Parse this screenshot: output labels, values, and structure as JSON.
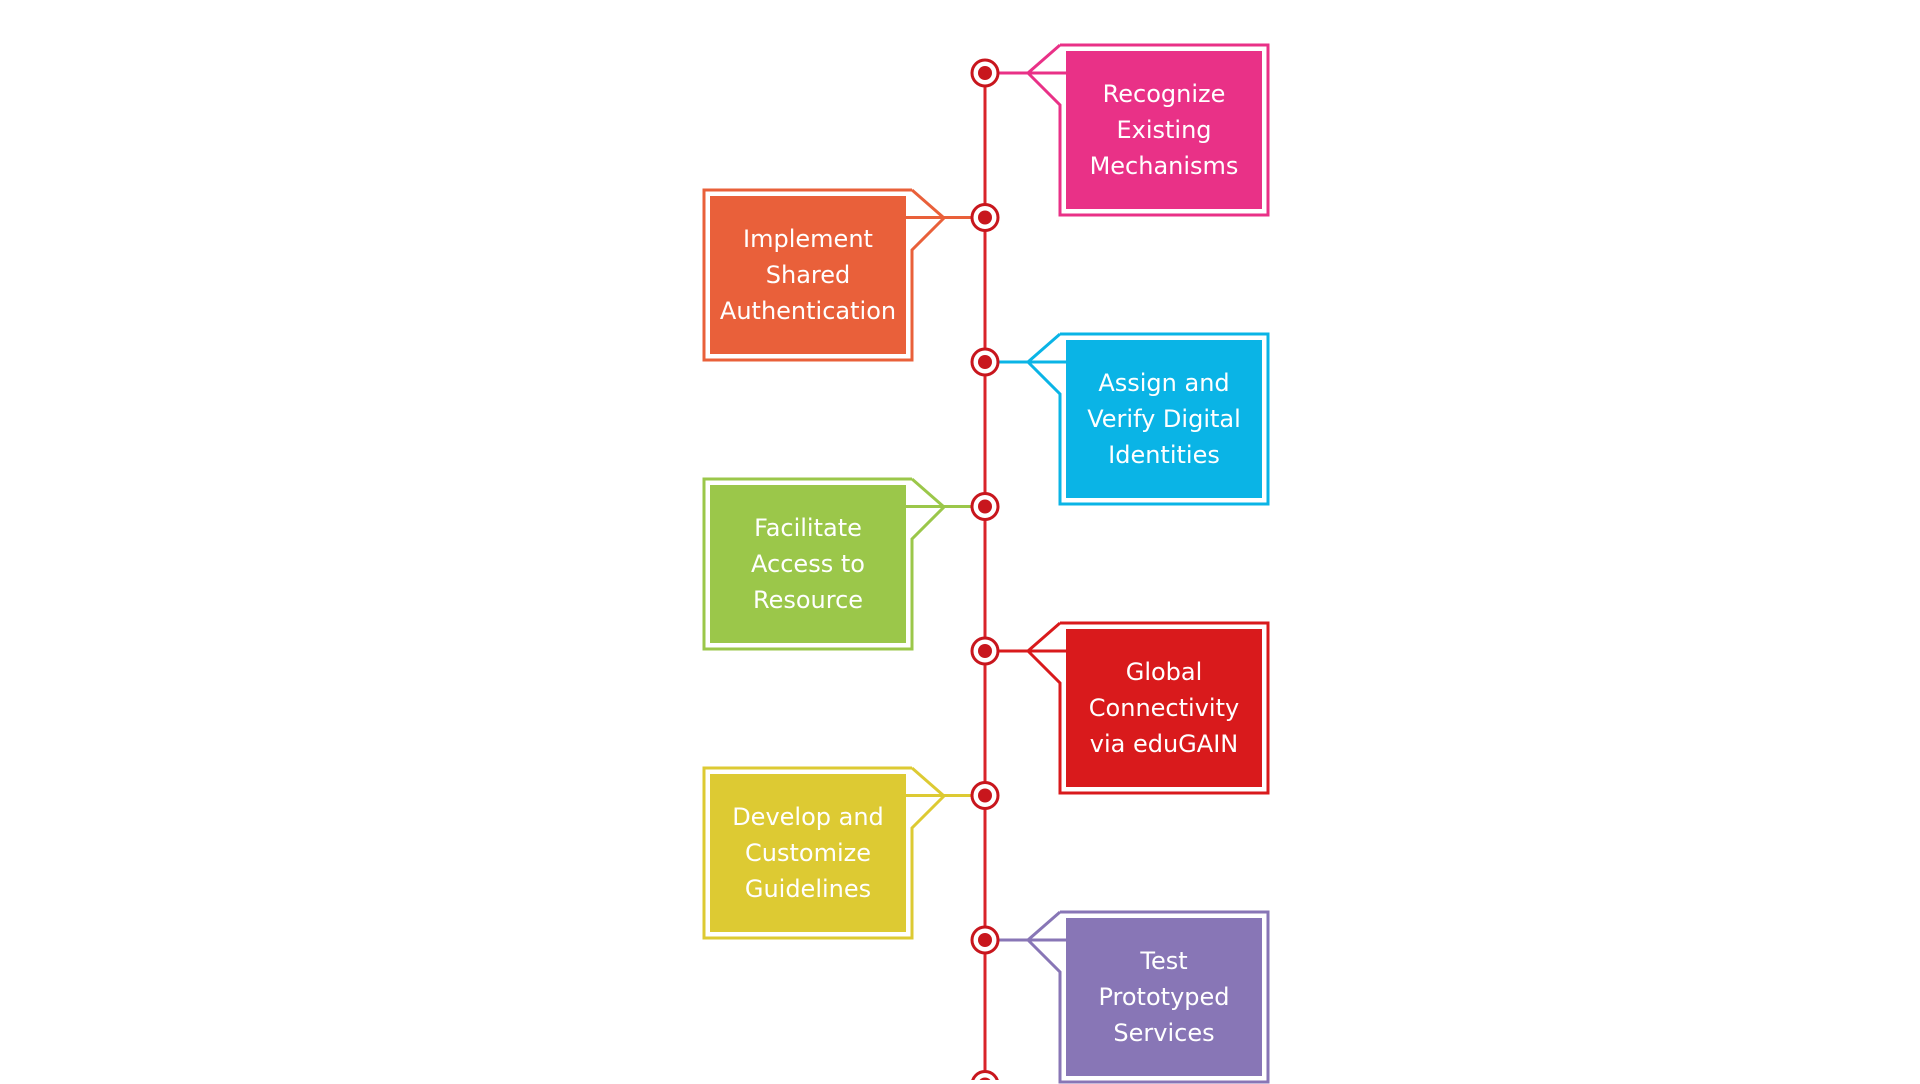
{
  "diagram": {
    "line_color": "#d9232a",
    "marker_ring_color": "#c8161d",
    "steps": [
      {
        "label": "Recognize Existing Mechanisms",
        "color": "#e93187",
        "side": "right"
      },
      {
        "label": "Implement Shared Authentication",
        "color": "#e9603a",
        "side": "left"
      },
      {
        "label": "Assign and Verify Digital Identities",
        "color": "#0ab4e6",
        "side": "right"
      },
      {
        "label": "Facilitate Access to Resource",
        "color": "#9bc74a",
        "side": "left"
      },
      {
        "label": "Global Connectivity via eduGAIN",
        "color": "#d91a1c",
        "side": "right"
      },
      {
        "label": "Develop and Customize Guidelines",
        "color": "#ddca33",
        "side": "left"
      },
      {
        "label": "Test Prototyped Services",
        "color": "#8876b6",
        "side": "right"
      }
    ]
  }
}
